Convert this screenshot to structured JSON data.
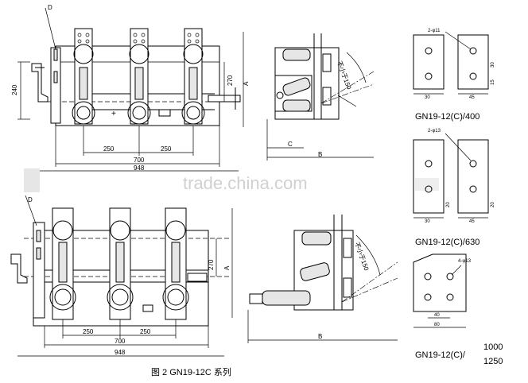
{
  "watermark": "trade.china.com",
  "caption": "图 2 GN19-12C 系列",
  "top_front": {
    "label_D": "D",
    "dim_240": "240",
    "dim_270": "270",
    "dim_A": "A",
    "dim_250_left": "250",
    "dim_250_right": "250",
    "dim_700": "700",
    "dim_948": "948"
  },
  "top_side": {
    "label_C": "C",
    "label_B": "B",
    "angle_text": "不小于150"
  },
  "bottom_front": {
    "label_D": "D",
    "dim_270": "270",
    "dim_A": "A",
    "dim_250_left": "250",
    "dim_250_right": "250",
    "dim_700": "700",
    "dim_948": "948"
  },
  "bottom_side": {
    "label_B": "B",
    "angle_text": "不小于150"
  },
  "terminals": [
    {
      "model": "GN19-12(C)/400",
      "hole": "2-φ11",
      "dim_w1": "30",
      "dim_w2": "45",
      "dim_h1": "30",
      "dim_h2": "15"
    },
    {
      "model": "GN19-12(C)/630",
      "hole": "2-φ13",
      "dim_w1": "30",
      "dim_w2": "45",
      "dim_h1": "20",
      "dim_h2": "20"
    },
    {
      "model_prefix": "GN19-12(C)/",
      "model_a": "1000",
      "model_b": "1250",
      "hole": "4-φ13",
      "dim_w1": "40",
      "dim_w2": "80"
    }
  ]
}
